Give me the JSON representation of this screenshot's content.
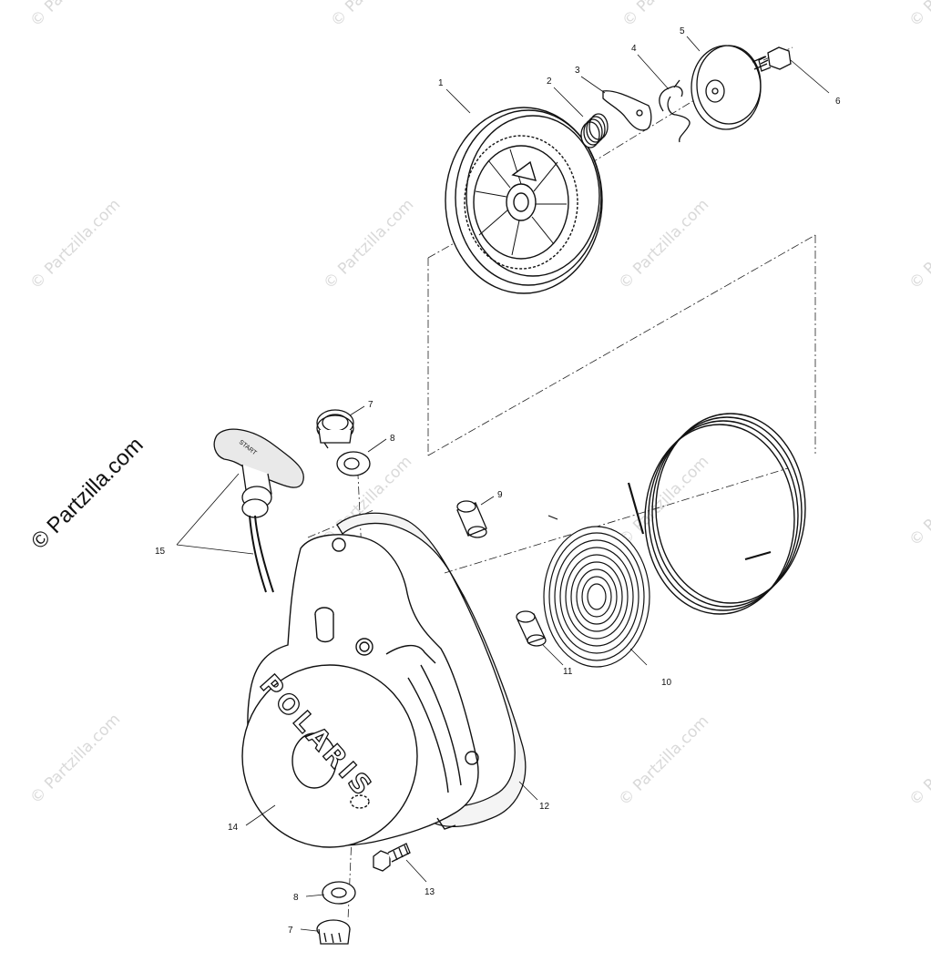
{
  "brand": "© Partzilla.com",
  "watermark": "© Partzilla.com",
  "logo": "POLARIS",
  "knob_label": "START",
  "callouts": {
    "c1": "1",
    "c2": "2",
    "c3": "3",
    "c4": "4",
    "c5": "5",
    "c6": "6",
    "c7a": "7",
    "c8a": "8",
    "c9": "9",
    "c10": "10",
    "c11": "11",
    "c12": "12",
    "c13": "13",
    "c14": "14",
    "c15": "15",
    "c8b": "8",
    "c7b": "7"
  }
}
